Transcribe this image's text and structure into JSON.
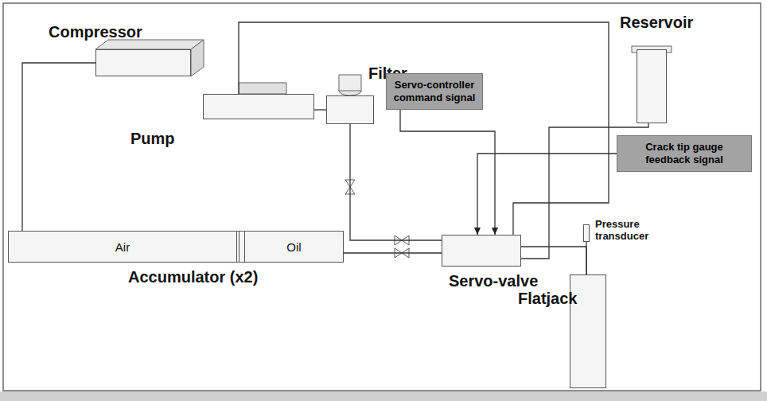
{
  "diagram": {
    "nodes": [
      {
        "text": [
          "Compressor"
        ]
      },
      {
        "text": [
          "Pump"
        ]
      },
      {
        "text": [
          "Filter"
        ]
      },
      {
        "text": [
          "Servo-controller command signal"
        ]
      },
      {
        "text": [
          "Reservoir"
        ]
      },
      {
        "text": [
          "Crack tip gauge feedback signal"
        ]
      },
      {
        "text": [
          "Accumulator (x2)"
        ]
      },
      {
        "text": [
          "Air"
        ],
        "in": 6
      },
      {
        "text": [
          "Oil"
        ],
        "in": 6
      },
      {
        "text": [
          "Servo-valve"
        ]
      },
      {
        "text": [
          "Pressure transducer"
        ]
      },
      {
        "text": [
          "Flatjack"
        ]
      }
    ],
    "edges": [
      {
        "from": 0,
        "to": 7,
        "arrow": "none"
      },
      {
        "from": 1,
        "to": 2,
        "arrow": "none"
      },
      {
        "from": 2,
        "to": 9,
        "arrow": "none"
      },
      {
        "from": 8,
        "to": 9,
        "arrow": "none"
      },
      {
        "from": 1,
        "to": 9,
        "arrow": "none"
      },
      {
        "from": 3,
        "to": 9,
        "arrow": "to"
      },
      {
        "from": 5,
        "to": 9,
        "arrow": "to"
      },
      {
        "from": 4,
        "to": 9,
        "arrow": "none"
      },
      {
        "from": 9,
        "to": 11,
        "arrow": "none"
      },
      {
        "from": 10,
        "to": 11,
        "arrow": "none"
      }
    ]
  }
}
